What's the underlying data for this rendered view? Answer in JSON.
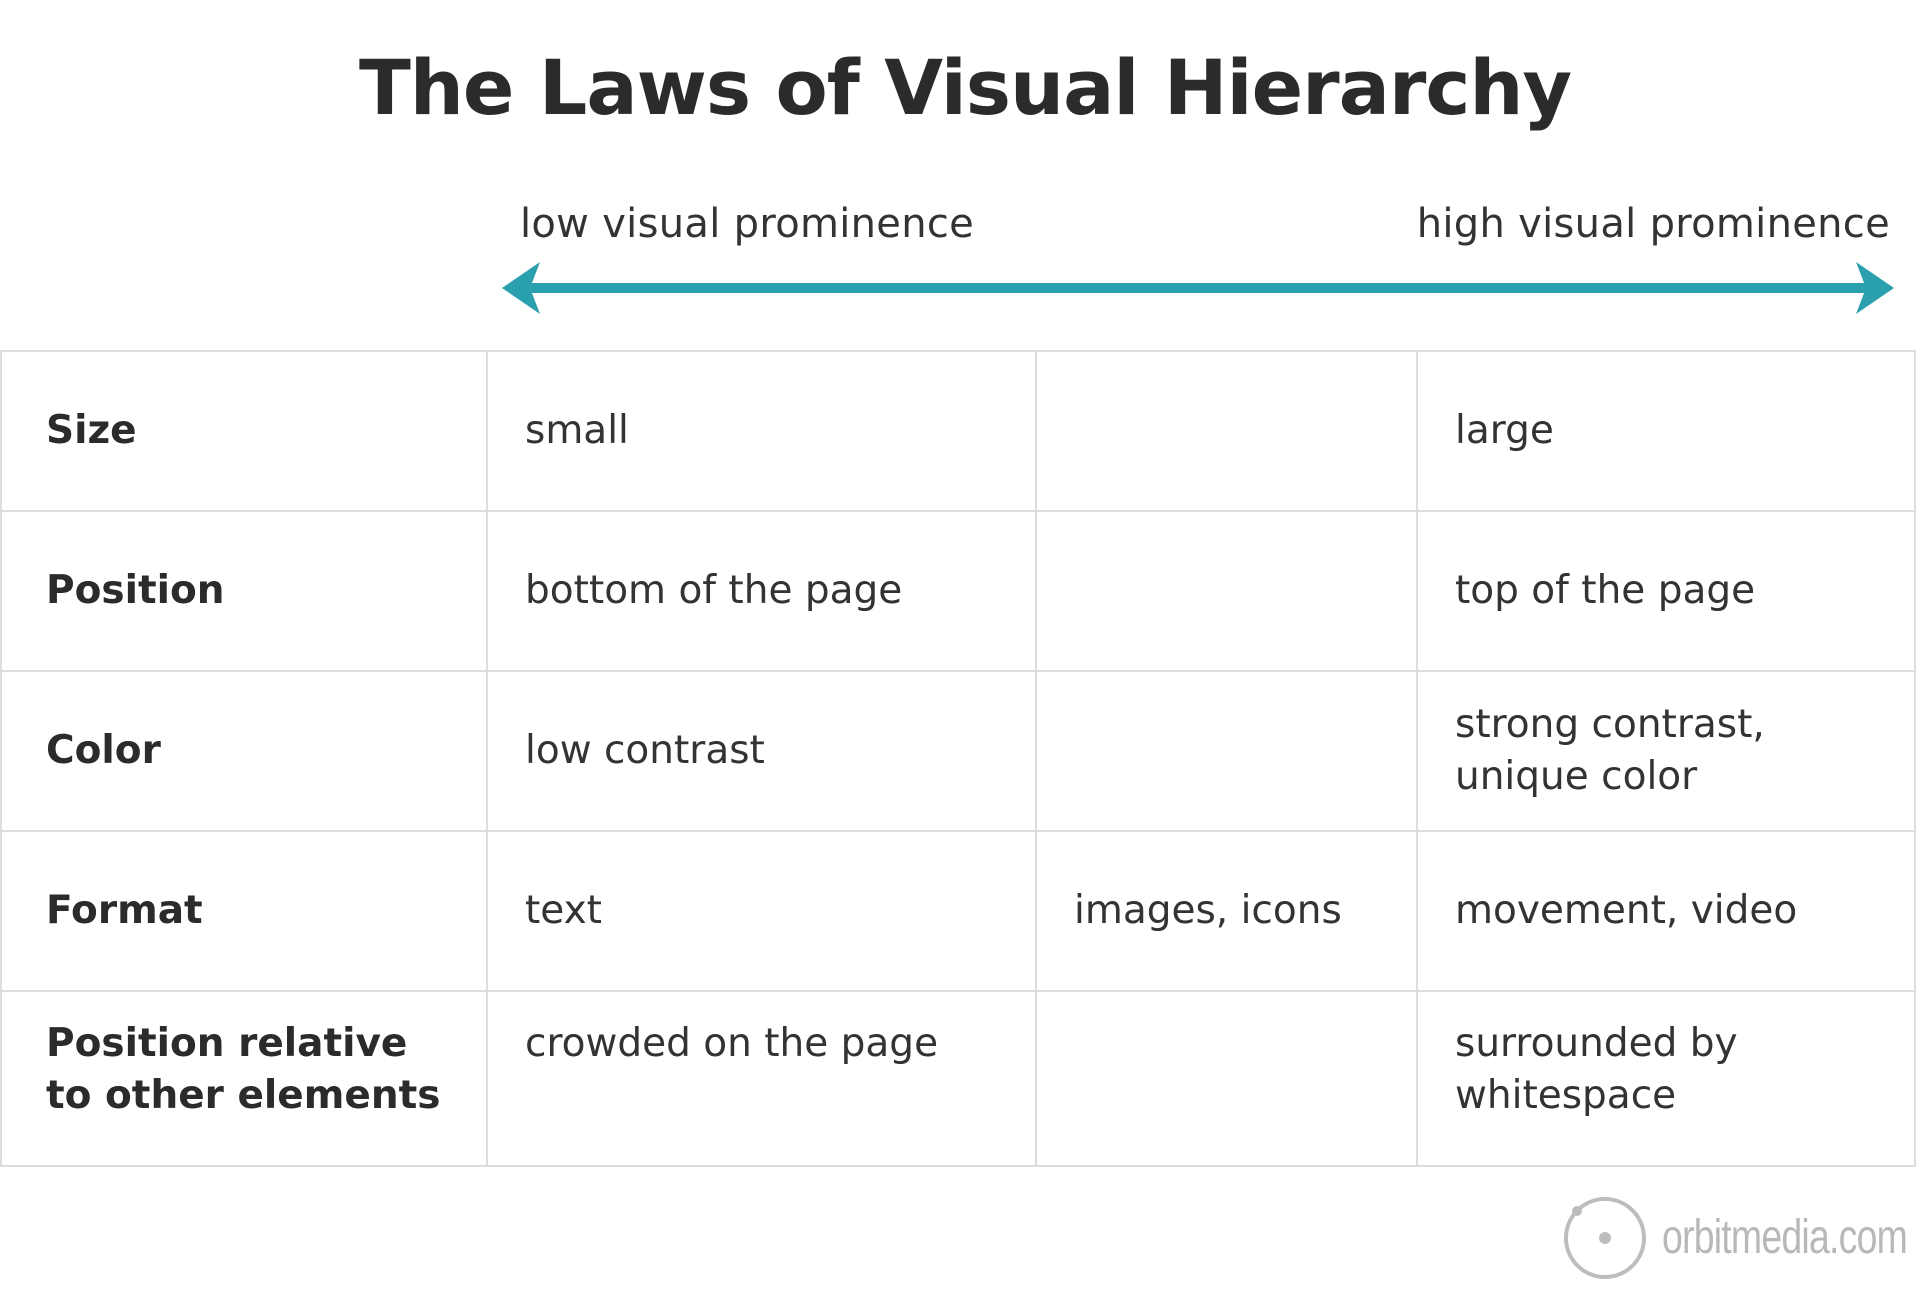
{
  "title": "The Laws of Visual Hierarchy",
  "scale": {
    "low_label": "low visual prominence",
    "high_label": "high visual prominence",
    "arrow_color": "#2a9fae"
  },
  "table": {
    "rows": [
      {
        "factor": "Size",
        "low": "small",
        "mid": "",
        "high": "large"
      },
      {
        "factor": "Position",
        "low": "bottom of the page",
        "mid": "",
        "high": "top of the page"
      },
      {
        "factor": "Color",
        "low": "low contrast",
        "mid": "",
        "high": "strong contrast, unique color"
      },
      {
        "factor": "Format",
        "low": "text",
        "mid": "images, icons",
        "high": "movement, video"
      },
      {
        "factor": "Position relative to other elements",
        "low": "crowded on the page",
        "mid": "",
        "high": "surrounded by whitespace"
      }
    ],
    "border_color": "#dcdcdc",
    "text_color": "#333333"
  },
  "logo": {
    "icon": "orbit-icon",
    "text": "orbitmedia.com",
    "color": "#b8b8b8"
  }
}
